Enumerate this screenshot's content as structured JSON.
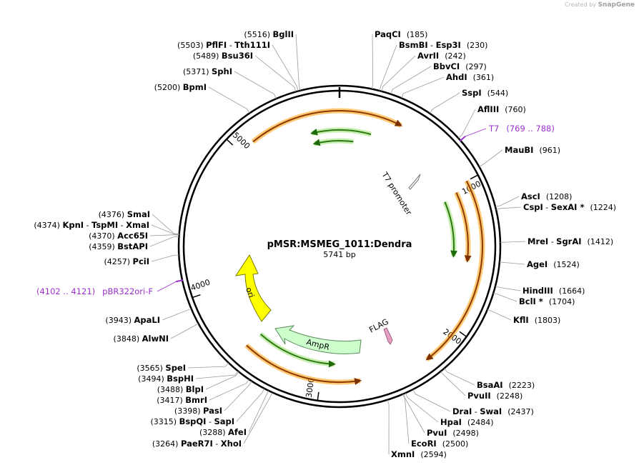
{
  "credit": {
    "prefix": "Created by",
    "brand": "SnapGene"
  },
  "plasmid": {
    "name": "pMSR:MSMEG_1011:Dendra",
    "length_label": "5741 bp",
    "length": 5741
  },
  "ticks": [
    {
      "bp": 1000,
      "label": "1000"
    },
    {
      "bp": 2000,
      "label": "2000"
    },
    {
      "bp": 3000,
      "label": "3000"
    },
    {
      "bp": 4000,
      "label": "4000"
    },
    {
      "bp": 5000,
      "label": "5000"
    }
  ],
  "sites": [
    {
      "bp": 185,
      "side": "R",
      "names": [
        "PaqCI"
      ],
      "pos": "(185)"
    },
    {
      "bp": 230,
      "side": "R",
      "names": [
        "BsmBI",
        "Esp3I"
      ],
      "pos": "(230)"
    },
    {
      "bp": 242,
      "side": "R",
      "names": [
        "AvrII"
      ],
      "pos": "(242)"
    },
    {
      "bp": 297,
      "side": "R",
      "names": [
        "BbvCI"
      ],
      "pos": "(297)"
    },
    {
      "bp": 361,
      "side": "R",
      "names": [
        "AhdI"
      ],
      "pos": "(361)"
    },
    {
      "bp": 544,
      "side": "R",
      "names": [
        "SspI"
      ],
      "pos": "(544)"
    },
    {
      "bp": 760,
      "side": "R",
      "names": [
        "AflIII"
      ],
      "pos": "(760)"
    },
    {
      "bp": 961,
      "side": "R",
      "names": [
        "MauBI"
      ],
      "pos": "(961)"
    },
    {
      "bp": 1208,
      "side": "R",
      "names": [
        "AscI"
      ],
      "pos": "(1208)"
    },
    {
      "bp": 1224,
      "side": "R",
      "names": [
        "CspI",
        "SexAI *"
      ],
      "pos": "(1224)"
    },
    {
      "bp": 1412,
      "side": "R",
      "names": [
        "MreI",
        "SgrAI"
      ],
      "pos": "(1412)"
    },
    {
      "bp": 1524,
      "side": "R",
      "names": [
        "AgeI"
      ],
      "pos": "(1524)"
    },
    {
      "bp": 1664,
      "side": "R",
      "names": [
        "HindIII"
      ],
      "pos": "(1664)"
    },
    {
      "bp": 1704,
      "side": "R",
      "names": [
        "BclI *"
      ],
      "pos": "(1704)"
    },
    {
      "bp": 1803,
      "side": "R",
      "names": [
        "KflI"
      ],
      "pos": "(1803)"
    },
    {
      "bp": 2223,
      "side": "R",
      "names": [
        "BsaAI"
      ],
      "pos": "(2223)"
    },
    {
      "bp": 2248,
      "side": "R",
      "names": [
        "PvuII"
      ],
      "pos": "(2248)"
    },
    {
      "bp": 2437,
      "side": "R",
      "names": [
        "DraI",
        "SwaI"
      ],
      "pos": "(2437)"
    },
    {
      "bp": 2484,
      "side": "R",
      "names": [
        "HpaI"
      ],
      "pos": "(2484)"
    },
    {
      "bp": 2498,
      "side": "R",
      "names": [
        "PvuI"
      ],
      "pos": "(2498)"
    },
    {
      "bp": 2500,
      "side": "R",
      "names": [
        "EcoRI"
      ],
      "pos": "(2500)"
    },
    {
      "bp": 2594,
      "side": "R",
      "names": [
        "XmnI"
      ],
      "pos": "(2594)"
    },
    {
      "bp": 3264,
      "side": "L",
      "names": [
        "PaeR7I",
        "XhoI"
      ],
      "pos": "(3264)"
    },
    {
      "bp": 3288,
      "side": "L",
      "names": [
        "AfeI"
      ],
      "pos": "(3288)"
    },
    {
      "bp": 3315,
      "side": "L",
      "names": [
        "BspQI",
        "SapI"
      ],
      "pos": "(3315)"
    },
    {
      "bp": 3398,
      "side": "L",
      "names": [
        "PasI"
      ],
      "pos": "(3398)"
    },
    {
      "bp": 3417,
      "side": "L",
      "names": [
        "BmrI"
      ],
      "pos": "(3417)"
    },
    {
      "bp": 3488,
      "side": "L",
      "names": [
        "BlpI"
      ],
      "pos": "(3488)"
    },
    {
      "bp": 3494,
      "side": "L",
      "names": [
        "BspHI"
      ],
      "pos": "(3494)"
    },
    {
      "bp": 3565,
      "side": "L",
      "names": [
        "SpeI"
      ],
      "pos": "(3565)"
    },
    {
      "bp": 3848,
      "side": "L",
      "names": [
        "AlwNI"
      ],
      "pos": "(3848)"
    },
    {
      "bp": 3943,
      "side": "L",
      "names": [
        "ApaLI"
      ],
      "pos": "(3943)"
    },
    {
      "bp": 4257,
      "side": "L",
      "names": [
        "PciI"
      ],
      "pos": "(4257)"
    },
    {
      "bp": 4359,
      "side": "L",
      "names": [
        "BstAPI"
      ],
      "pos": "(4359)"
    },
    {
      "bp": 4370,
      "side": "L",
      "names": [
        "Acc65I"
      ],
      "pos": "(4370)"
    },
    {
      "bp": 4374,
      "side": "L",
      "names": [
        "KpnI",
        "TspMI",
        "XmaI"
      ],
      "pos": "(4374)"
    },
    {
      "bp": 4376,
      "side": "L",
      "names": [
        "SmaI"
      ],
      "pos": "(4376)"
    },
    {
      "bp": 5200,
      "side": "L",
      "names": [
        "BpmI"
      ],
      "pos": "(5200)"
    },
    {
      "bp": 5371,
      "side": "L",
      "names": [
        "SphI"
      ],
      "pos": "(5371)"
    },
    {
      "bp": 5489,
      "side": "L",
      "names": [
        "Bsu36I"
      ],
      "pos": "(5489)"
    },
    {
      "bp": 5503,
      "side": "L",
      "names": [
        "PflFI",
        "Tth111I"
      ],
      "pos": "(5503)"
    },
    {
      "bp": 5516,
      "side": "L",
      "names": [
        "BglII"
      ],
      "pos": "(5516)"
    }
  ],
  "primers": [
    {
      "bp": 778,
      "name": "T7",
      "range": "(769 .. 788)",
      "side": "R"
    },
    {
      "bp": 4112,
      "name": "pBR322ori-F",
      "range": "(4102 .. 4121)",
      "side": "L"
    }
  ],
  "features": [
    {
      "name": "T7 promoter",
      "label": "T7 promoter",
      "color": "#ffffff"
    },
    {
      "name": "FLAG",
      "label": "FLAG",
      "color": "#e6a0c4"
    },
    {
      "name": "AmpR",
      "label": "AmpR",
      "color": "#ccffcc"
    },
    {
      "name": "ori",
      "label": "ori",
      "color": "#ffff00"
    }
  ],
  "colors": {
    "orf": "#ff9c00",
    "orf_inner": "#8b3a00",
    "gene": "#99e070",
    "gene_inner": "#2a7a10"
  }
}
